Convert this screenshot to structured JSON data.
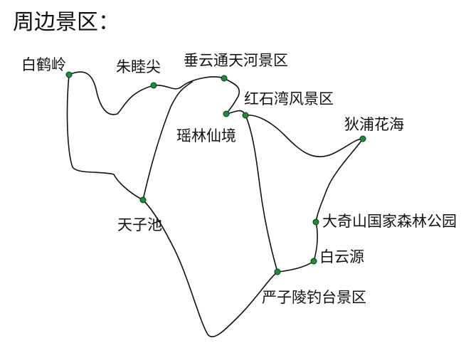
{
  "title": "周边景区：",
  "colors": {
    "route": "#111111",
    "spot": "#1f8a3c"
  },
  "spots": [
    {
      "id": "baiheling",
      "label": "白鹤岭"
    },
    {
      "id": "zhumujian",
      "label": "朱睦尖"
    },
    {
      "id": "chuiyun",
      "label": "垂云通天河景区"
    },
    {
      "id": "hongshiwan",
      "label": "红石湾风景区"
    },
    {
      "id": "yaolin",
      "label": "瑶林仙境"
    },
    {
      "id": "dipu",
      "label": "狄浦花海"
    },
    {
      "id": "tianzichi",
      "label": "天子池"
    },
    {
      "id": "daqishan",
      "label": "大奇山国家森林公园"
    },
    {
      "id": "baiyunyuan",
      "label": "白云源"
    },
    {
      "id": "yanziling",
      "label": "严子陵钓台景区"
    }
  ]
}
